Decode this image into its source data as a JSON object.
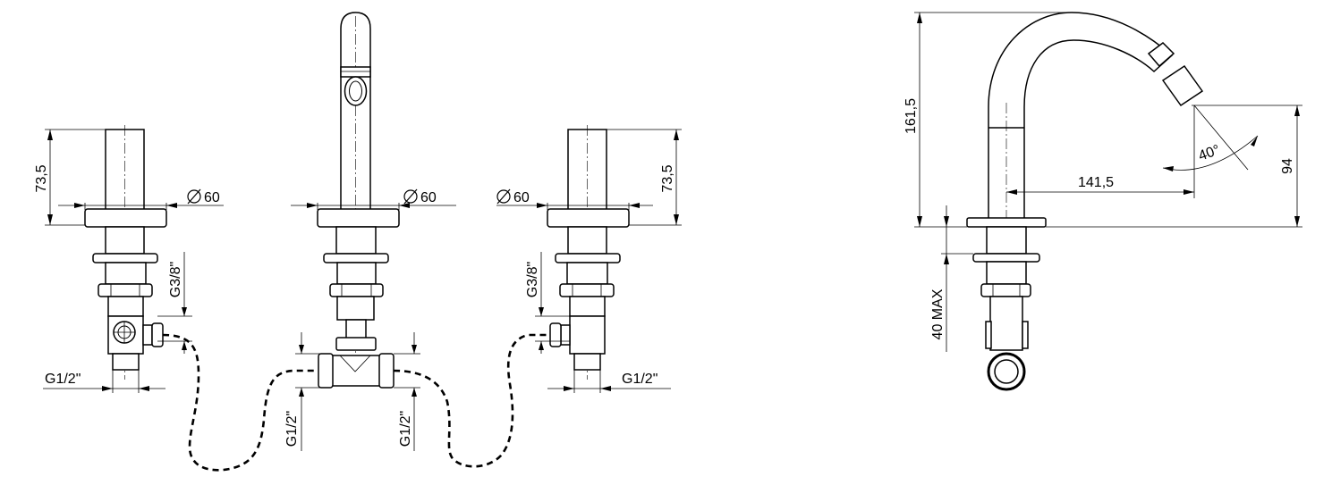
{
  "dimensions": {
    "left_height": "73,5",
    "left_diameter": "60",
    "left_outlet_thread": "G3/8\"",
    "left_inlet_thread": "G1/2\"",
    "center_diameter": "60",
    "tee_left_thread": "G1/2\"",
    "tee_right_thread": "G1/2\"",
    "right_diameter": "60",
    "right_height": "73,5",
    "right_outlet_thread": "G3/8\"",
    "right_inlet_thread": "G1/2\"",
    "side_total_height": "161,5",
    "side_reach": "141,5",
    "side_spray_height": "94",
    "side_angle": "40°",
    "side_max_deck": "40 MAX"
  },
  "icons": [
    "diameter-symbol"
  ]
}
